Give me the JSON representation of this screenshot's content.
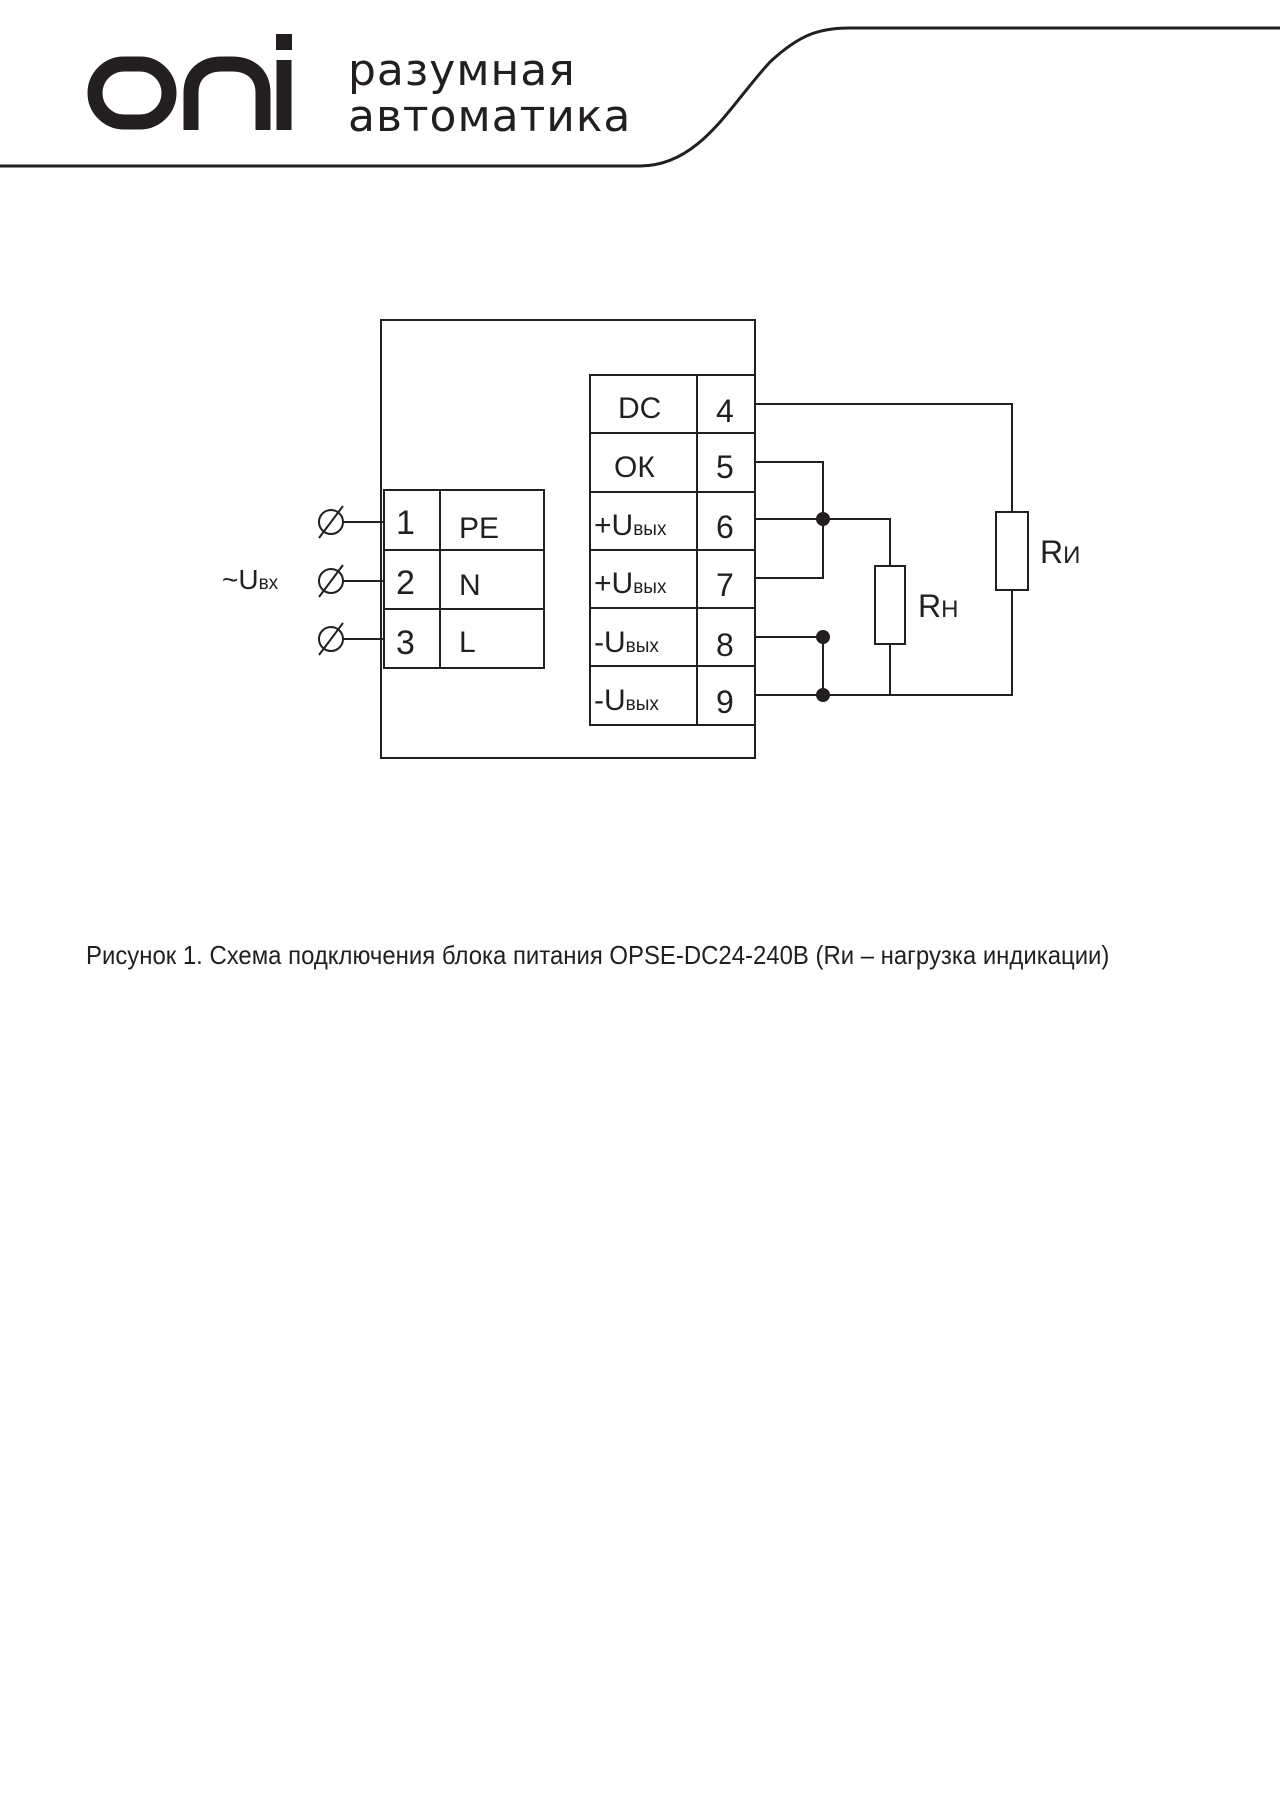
{
  "header": {
    "logo_text": "oni",
    "tagline_line1": "разумная",
    "tagline_line2": "автоматика",
    "color": "#231f20"
  },
  "diagram": {
    "input_label": "~U",
    "input_label_sub": "вх",
    "input_terminals": [
      {
        "num": "1",
        "name": "PE"
      },
      {
        "num": "2",
        "name": "N"
      },
      {
        "num": "3",
        "name": "L"
      }
    ],
    "output_terminals": [
      {
        "name": "DC",
        "name_sub": "",
        "num": "4"
      },
      {
        "name": "ОК",
        "name_sub": "",
        "num": "5"
      },
      {
        "name": "+U",
        "name_sub": "вых",
        "num": "6"
      },
      {
        "name": "+U",
        "name_sub": "вых",
        "num": "7"
      },
      {
        "name": "-U",
        "name_sub": "вых",
        "num": "8"
      },
      {
        "name": "-U",
        "name_sub": "вых",
        "num": "9"
      }
    ],
    "load_resistor": {
      "label": "R",
      "label_sub": "Н"
    },
    "indicator_resistor": {
      "label": "R",
      "label_sub": "И"
    }
  },
  "caption": "Рисунок 1. Схема подключения блока питания OPSE-DC24-240B (Rи – нагрузка индикации)"
}
